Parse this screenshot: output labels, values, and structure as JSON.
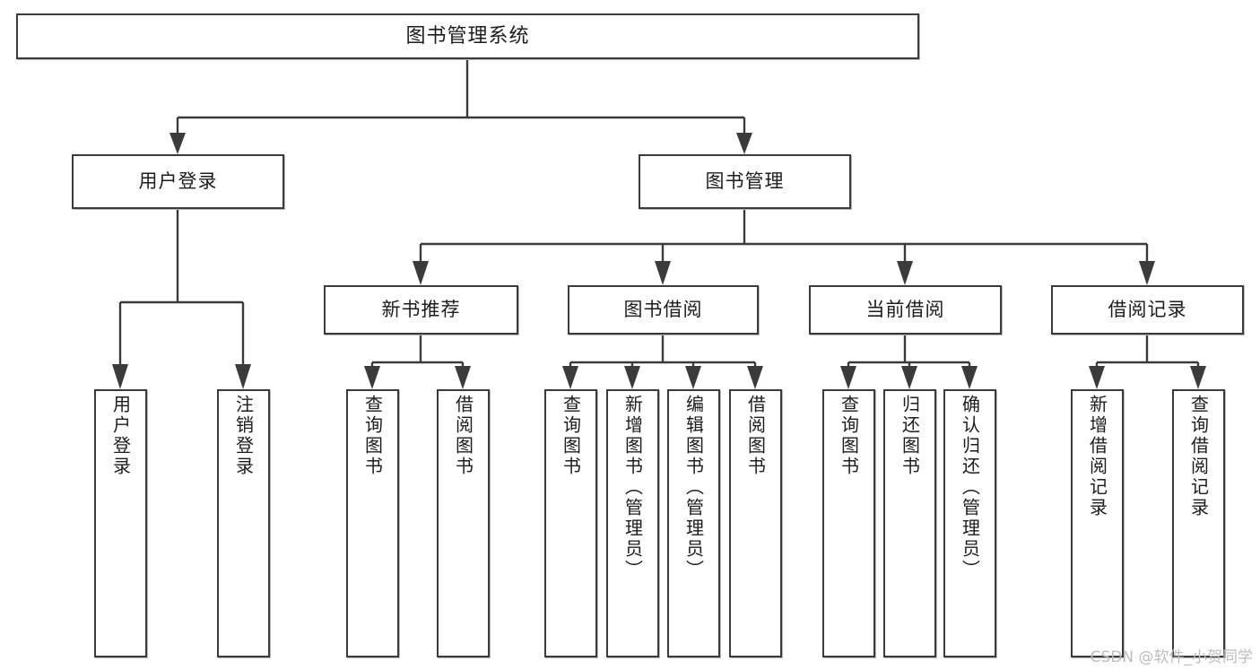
{
  "diagram": {
    "title": "图书管理系统",
    "type": "tree",
    "root": {
      "id": "root",
      "label": "图书管理系统"
    },
    "level2": [
      {
        "id": "user-login",
        "label": "用户登录"
      },
      {
        "id": "book-manage",
        "label": "图书管理"
      }
    ],
    "level3": [
      {
        "id": "new-book-recommend",
        "label": "新书推荐",
        "parent": "book-manage"
      },
      {
        "id": "book-borrow",
        "label": "图书借阅",
        "parent": "book-manage"
      },
      {
        "id": "current-borrow",
        "label": "当前借阅",
        "parent": "book-manage"
      },
      {
        "id": "borrow-record",
        "label": "借阅记录",
        "parent": "book-manage"
      }
    ],
    "leaves": [
      {
        "id": "leaf-user-login",
        "label": "用户登录",
        "parent": "user-login"
      },
      {
        "id": "leaf-logout",
        "label": "注销登录",
        "parent": "user-login"
      },
      {
        "id": "leaf-query-book-1",
        "label": "查询图书",
        "parent": "new-book-recommend"
      },
      {
        "id": "leaf-borrow-book-1",
        "label": "借阅图书",
        "parent": "new-book-recommend"
      },
      {
        "id": "leaf-query-book-2",
        "label": "查询图书",
        "parent": "book-borrow"
      },
      {
        "id": "leaf-add-book",
        "label": "新增图书（管理员）",
        "parent": "book-borrow"
      },
      {
        "id": "leaf-edit-book",
        "label": "编辑图书（管理员）",
        "parent": "book-borrow"
      },
      {
        "id": "leaf-borrow-book-2",
        "label": "借阅图书",
        "parent": "book-borrow"
      },
      {
        "id": "leaf-query-book-3",
        "label": "查询图书",
        "parent": "current-borrow"
      },
      {
        "id": "leaf-return-book",
        "label": "归还图书",
        "parent": "current-borrow"
      },
      {
        "id": "leaf-confirm-return",
        "label": "确认归还（管理员）",
        "parent": "current-borrow"
      },
      {
        "id": "leaf-add-record",
        "label": "新增借阅记录",
        "parent": "borrow-record"
      },
      {
        "id": "leaf-query-record",
        "label": "查询借阅记录",
        "parent": "borrow-record"
      }
    ],
    "colors": {
      "border": "#3b3b3b",
      "fill": "#ffffff",
      "text": "#1c1c1c",
      "watermark": "#bdbdbd"
    }
  },
  "watermark": {
    "text": "CSDN @软件_小贺同学"
  }
}
